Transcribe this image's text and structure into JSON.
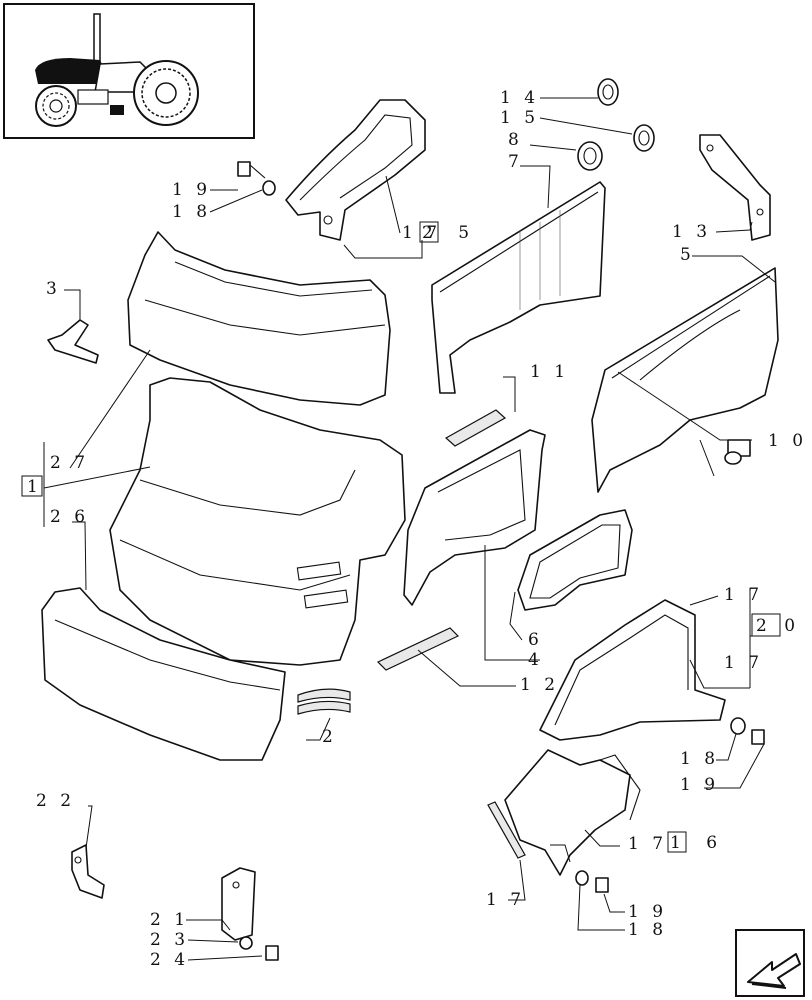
{
  "labels": {
    "l14": "1 4",
    "l15": "1 5",
    "l8": "8",
    "l7": "7",
    "l19a": "1 9",
    "l18a": "1 8",
    "l17a": "1 7",
    "l25": "2 5",
    "l13": "1 3",
    "l5": "5",
    "l3": "3",
    "l11": "1 1",
    "l10": "1 0",
    "l27": "2 7",
    "l1": "1",
    "l26": "2 6",
    "l6": "6",
    "l4": "4",
    "l12": "1 2",
    "l17b": "1 7",
    "l20": "2 0",
    "l17c": "1 7",
    "l2": "2",
    "l18b": "1 8",
    "l19b": "1 9",
    "l22": "2 2",
    "l17d": "1 7",
    "l16": "1 6",
    "l17e": "1 7",
    "l19c": "1 9",
    "l18c": "1 8",
    "l21": "2 1",
    "l23": "2 3",
    "l24": "2 4"
  },
  "icons": {
    "thumbnail": "tractor-thumbnail-icon",
    "nav": "next-page-arrow-icon"
  }
}
